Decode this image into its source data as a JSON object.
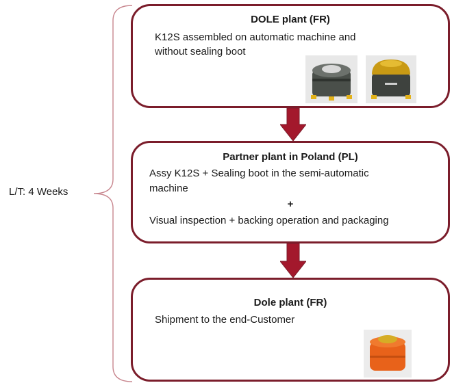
{
  "lead_time": {
    "label": "L/T: 4 Weeks"
  },
  "steps": [
    {
      "title": "DOLE plant (FR)",
      "lines": [
        "K12S assembled on automatic machine and",
        "without sealing boot"
      ],
      "images": [
        "dark-unsealed-k12s-part",
        "gold-top-k12s-part"
      ]
    },
    {
      "title": "Partner plant in Poland (PL)",
      "lines": [
        "Assy K12S + Sealing boot in the semi-automatic",
        "machine",
        "+",
        "Visual inspection + backing operation and packaging"
      ]
    },
    {
      "title": "Dole plant (FR)",
      "lines": [
        "Shipment to the end-Customer"
      ],
      "images": [
        "orange-sealed-k12s-part"
      ]
    }
  ],
  "colors": {
    "border": "#7b1d2b",
    "arrow": "#a3182c",
    "brace": "#c8868e"
  }
}
